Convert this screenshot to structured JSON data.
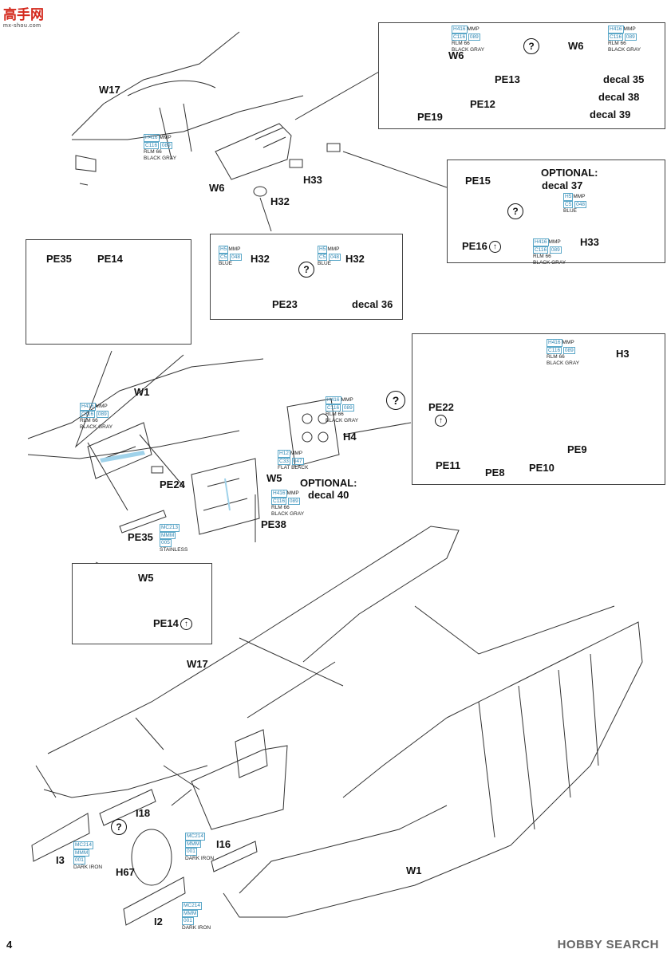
{
  "logo": {
    "title": "高手网",
    "subtitle": "mx-shou.com"
  },
  "page_number": "4",
  "watermark": "HOBBY SEARCH",
  "question_mark": "?",
  "parts": {
    "w17_top": "W17",
    "w6_main": "W6",
    "h33_main": "H33",
    "h32_main": "H32",
    "w1_main": "W1",
    "pe24": "PE24",
    "pe35_main": "PE35",
    "w5_main": "W5",
    "pe38": "PE38",
    "h4": "H4",
    "optional_decal40_a": "OPTIONAL:",
    "optional_decal40_b": "decal 40",
    "w17_bottom": "W17",
    "i18": "I18",
    "i3": "I3",
    "h67": "H67",
    "i16": "I16",
    "i2": "I2",
    "w1_bottom": "W1"
  },
  "panel_w6": {
    "w6_left": "W6",
    "pe13": "PE13",
    "pe12": "PE12",
    "pe19": "PE19",
    "w6_right": "W6",
    "decal35": "decal 35",
    "decal38": "decal 38",
    "decal39": "decal 39"
  },
  "panel_pe15": {
    "pe15": "PE15",
    "pe16": "PE16",
    "optional_a": "OPTIONAL:",
    "optional_b": "decal 37",
    "h33": "H33"
  },
  "panel_h32": {
    "h32_left": "H32",
    "pe23": "PE23",
    "h32_right": "H32",
    "decal36": "decal 36"
  },
  "panel_pe35": {
    "pe35": "PE35",
    "pe14": "PE14"
  },
  "panel_h3": {
    "h3": "H3",
    "pe22": "PE22",
    "pe9": "PE9",
    "pe11": "PE11",
    "pe8": "PE8",
    "pe10": "PE10"
  },
  "panel_w5": {
    "w5": "W5",
    "pe14": "PE14"
  },
  "paint": {
    "h416": "H416",
    "c116": "C116",
    "mmp": "MMP",
    "n089": "089",
    "rlm66": "RLM 66",
    "black_gray": "BLACK GRAY",
    "h5": "H5",
    "c5": "C5",
    "n048": "048",
    "blue": "BLUE",
    "h12": "H12",
    "c33": "C33",
    "n047": "047",
    "flat_black": "FLAT BLACK",
    "mc213": "MC213",
    "mc214": "MC214",
    "mmm": "MMM",
    "n005": "005",
    "n001": "001",
    "stainless": "STAINLESS",
    "dark_iron": "DARK IRON"
  },
  "colors": {
    "line": "#333333",
    "code_border": "#5aa7c8",
    "code_text": "#2d84b1",
    "highlight_red": "#e2312a",
    "highlight_blue": "#9fd2ea",
    "logo_red": "#d42a1e"
  }
}
